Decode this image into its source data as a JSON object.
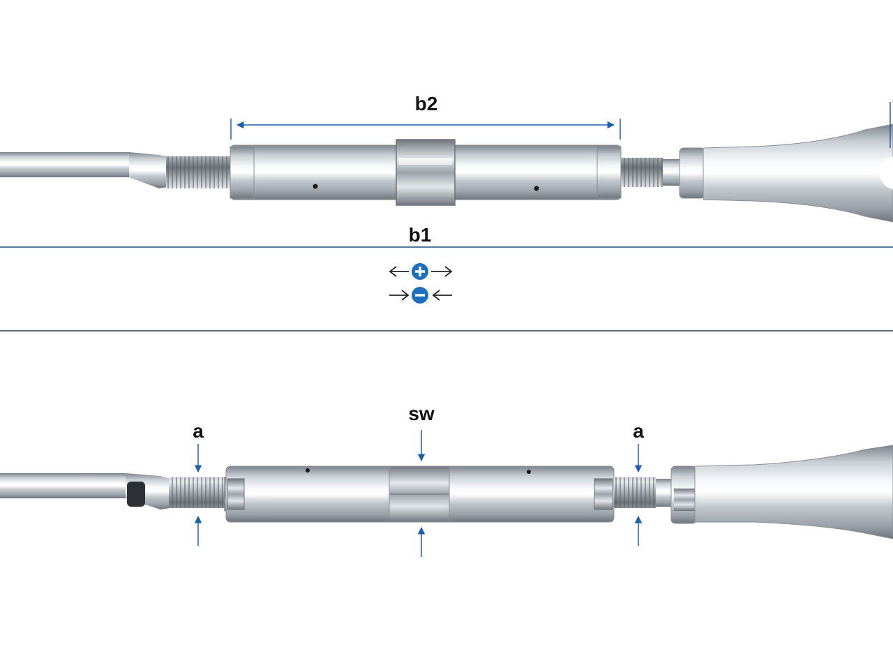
{
  "diagram": {
    "labels": {
      "b2": "b2",
      "b1": "b1",
      "sw": "sw",
      "a_left": "a",
      "a_right": "a"
    },
    "adjust_legend": {
      "extend": "lengthen",
      "retract": "shorten"
    },
    "colors": {
      "accent": "#1d5fa8",
      "rule": "#1f4e80",
      "divider": "#2b3a4a",
      "steel_dark": "#8a8f96",
      "steel_light": "#f4f6f8",
      "label": "#111111"
    },
    "icons": [
      "plus-circle-icon",
      "minus-circle-icon",
      "arrow-left-icon",
      "arrow-right-icon"
    ]
  }
}
